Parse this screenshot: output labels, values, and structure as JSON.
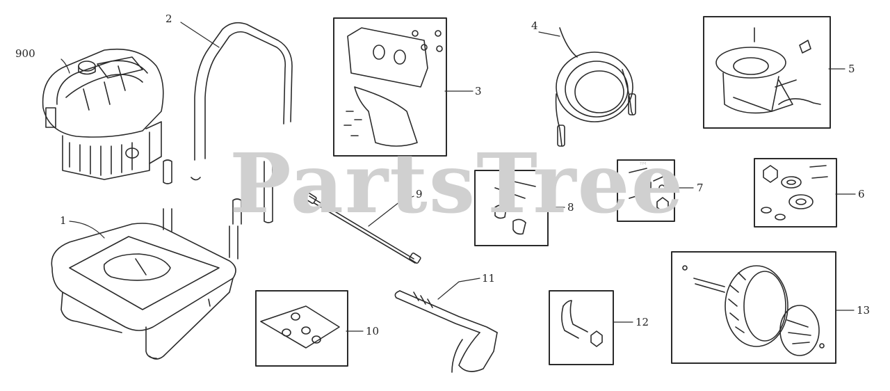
{
  "diagram": {
    "watermark": "PartsTree",
    "trademark": "™",
    "callouts": [
      "900",
      "2",
      "1",
      "3",
      "4",
      "5",
      "6",
      "7",
      "8",
      "9",
      "10",
      "11",
      "12",
      "13"
    ]
  }
}
